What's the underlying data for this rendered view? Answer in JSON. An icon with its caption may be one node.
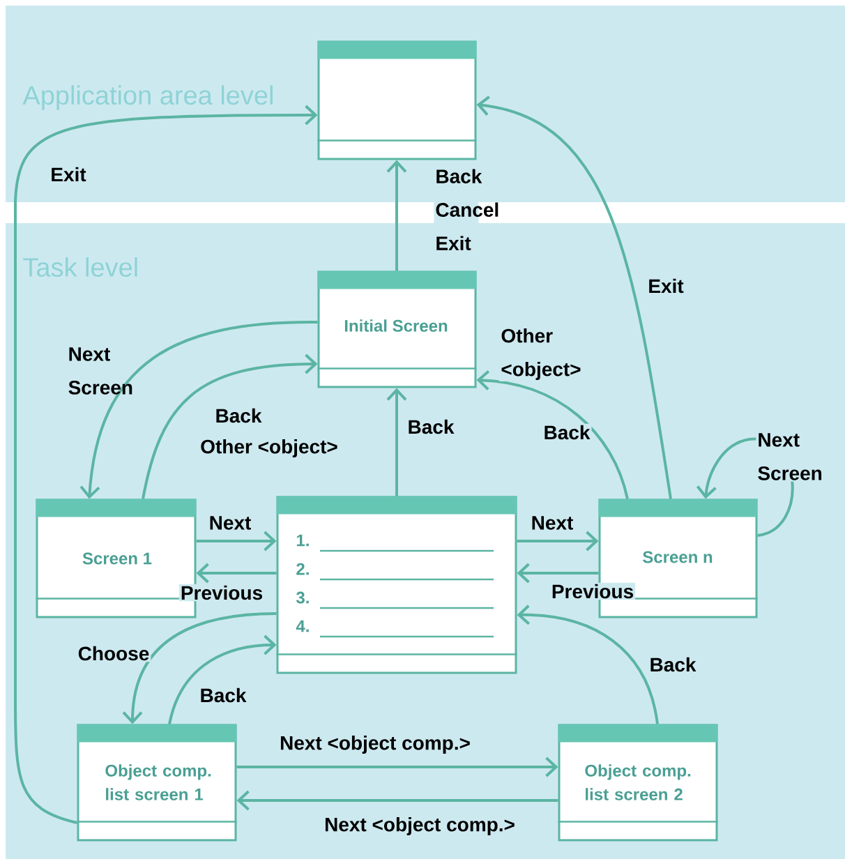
{
  "diagram": {
    "nodes": [
      {
        "text": [],
        "shape": "box"
      },
      {
        "text": [
          "Initial Screen"
        ]
      },
      {
        "text": [
          "1.",
          "2.",
          "3.",
          "4."
        ]
      },
      {
        "text": [
          "Screen 1"
        ]
      },
      {
        "text": [
          "Screen n"
        ]
      },
      {
        "text": [
          "Object comp. list screen 1"
        ]
      },
      {
        "text": [
          "Object comp. list screen 2"
        ]
      }
    ],
    "edges": [
      {
        "from": 5,
        "to": 0,
        "arrow": "to",
        "label": "Exit"
      },
      {
        "from": 1,
        "to": 0,
        "arrow": "to",
        "label": "Back Cancel Exit"
      },
      {
        "from": 4,
        "to": 0,
        "arrow": "to",
        "label": "Exit"
      },
      {
        "from": 1,
        "to": 3,
        "arrow": "to",
        "label": "Next Screen"
      },
      {
        "from": 3,
        "to": 1,
        "arrow": "to",
        "label": "Back"
      },
      {
        "from": 2,
        "to": 1,
        "arrow": "to",
        "label": "Back"
      },
      {
        "from": 4,
        "to": 1,
        "arrow": "to",
        "label": "Back"
      },
      {
        "from": 4,
        "to": 4,
        "arrow": "to",
        "label": "Next Screen"
      },
      {
        "from": 3,
        "to": 2,
        "arrow": "to",
        "label": "Next"
      },
      {
        "from": 2,
        "to": 3,
        "arrow": "to",
        "label": "Previous"
      },
      {
        "from": 2,
        "to": 4,
        "arrow": "to",
        "label": "Next"
      },
      {
        "from": 4,
        "to": 2,
        "arrow": "to",
        "label": "Previous"
      },
      {
        "from": 2,
        "to": 5,
        "arrow": "to",
        "label": "Choose"
      },
      {
        "from": 5,
        "to": 2,
        "arrow": "to",
        "label": "Back"
      },
      {
        "from": 5,
        "to": 6,
        "arrow": "to",
        "label": "Next <object comp.>"
      },
      {
        "from": 6,
        "to": 5,
        "arrow": "to",
        "label": "Next <object comp.>"
      },
      {
        "from": 6,
        "to": 2,
        "arrow": "to",
        "label": "Back"
      }
    ],
    "labels": [
      "Application area level",
      "Task level",
      "Other <object>",
      "Other <object>"
    ]
  }
}
